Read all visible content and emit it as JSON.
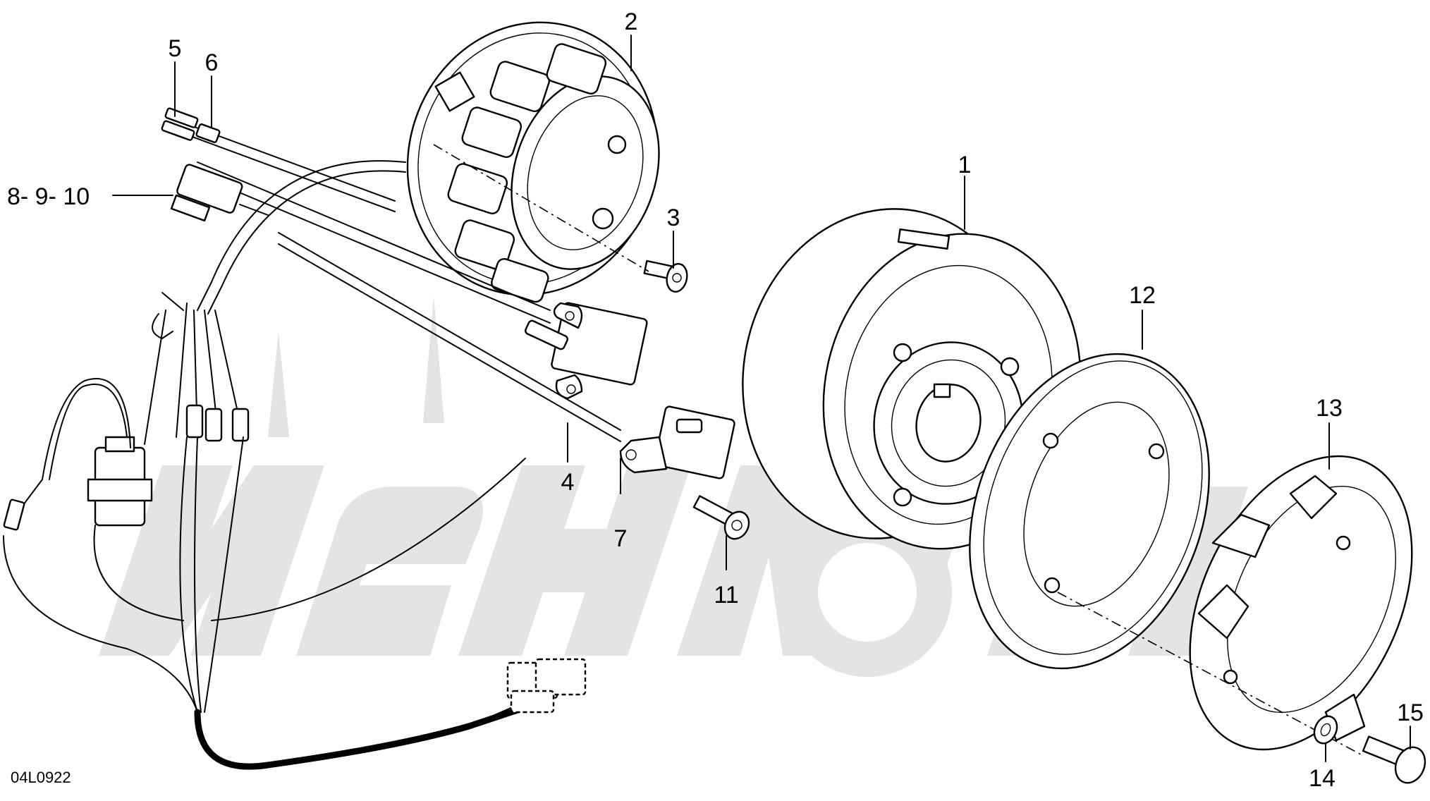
{
  "diagram": {
    "drawing_code": "04L0922",
    "callouts": [
      {
        "id": "c1",
        "label": "1"
      },
      {
        "id": "c2",
        "label": "2"
      },
      {
        "id": "c3",
        "label": "3"
      },
      {
        "id": "c4",
        "label": "4"
      },
      {
        "id": "c5",
        "label": "5"
      },
      {
        "id": "c6",
        "label": "6"
      },
      {
        "id": "c7",
        "label": "7"
      },
      {
        "id": "c8",
        "label": "8- 9- 10"
      },
      {
        "id": "c11",
        "label": "11"
      },
      {
        "id": "c12",
        "label": "12"
      },
      {
        "id": "c13",
        "label": "13"
      },
      {
        "id": "c14",
        "label": "14"
      },
      {
        "id": "c15",
        "label": "15"
      }
    ]
  }
}
